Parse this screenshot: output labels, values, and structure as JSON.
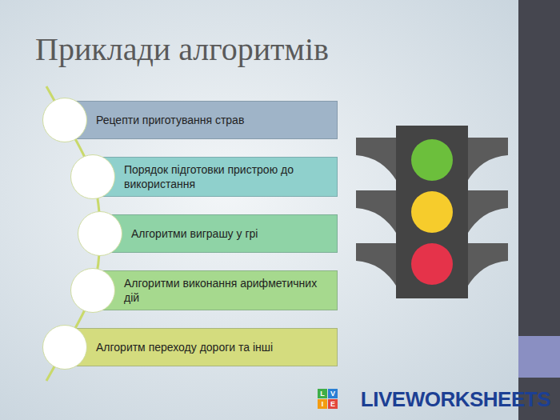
{
  "diagram": {
    "title": "Приклади алгоритмів",
    "nodes": [
      {
        "text": [
          "Рецепти приготування страв"
        ]
      },
      {
        "text": [
          "Порядок підготовки пристрою до використання"
        ]
      },
      {
        "text": [
          "Алгоритми виграшу у грі"
        ]
      },
      {
        "text": [
          "Алгоритми виконання арифметичних дій"
        ]
      },
      {
        "text": [
          "Алгоритм переходу дороги та інші"
        ]
      }
    ],
    "labels": [
      "L",
      "I",
      "V",
      "E",
      "LIVEWORKSHEETS"
    ]
  }
}
